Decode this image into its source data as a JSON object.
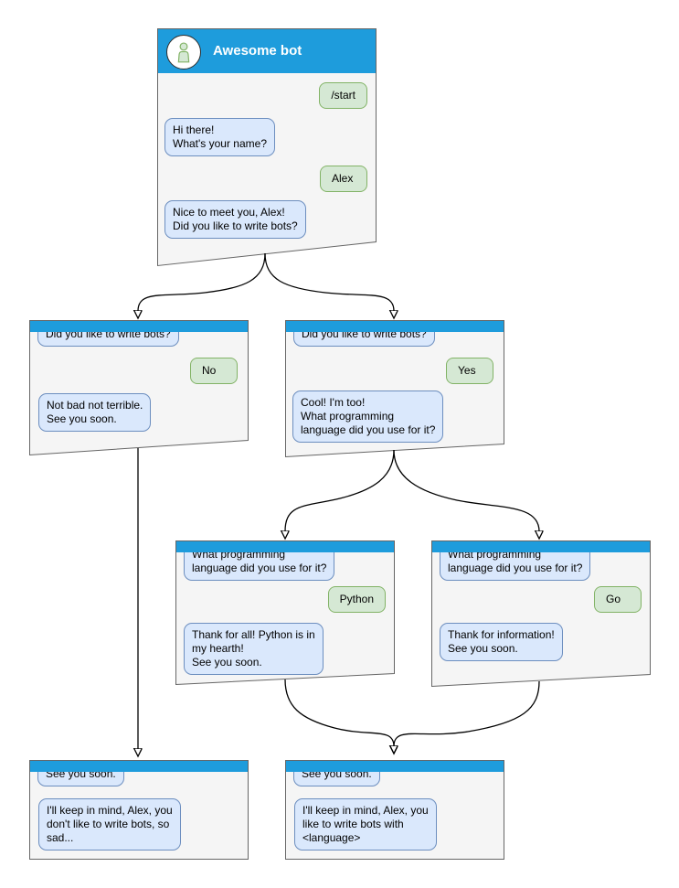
{
  "diagram": {
    "type": "chatbot-conversation-flowchart",
    "colors": {
      "header_blue": "#1e9cdc",
      "window_fill": "#f5f5f5",
      "window_border": "#666666",
      "bot_bubble_fill": "#dae8fc",
      "bot_bubble_stroke": "#6c8ebf",
      "user_bubble_fill": "#d5e8d4",
      "user_bubble_stroke": "#82b366",
      "title_text": "#ffffff",
      "arrow": "#000000"
    }
  },
  "windows": [
    {
      "name": "root-chat",
      "title": "Awesome bot",
      "messages": [
        {
          "type": "user",
          "text": "/start"
        },
        {
          "type": "bot",
          "text": "Hi there!\nWhat's your name?"
        },
        {
          "type": "user",
          "text": "Alex"
        },
        {
          "type": "bot",
          "text": "Nice to meet you, Alex!\nDid you like to write bots?"
        }
      ]
    },
    {
      "name": "branch-no",
      "messages": [
        {
          "type": "bot",
          "text": "Did you like to write bots?"
        },
        {
          "type": "user",
          "text": "No"
        },
        {
          "type": "bot",
          "text": "Not bad not terrible.\nSee you soon."
        }
      ]
    },
    {
      "name": "branch-yes",
      "messages": [
        {
          "type": "bot",
          "text": "Did you like to write bots?"
        },
        {
          "type": "user",
          "text": "Yes"
        },
        {
          "type": "bot",
          "text": "Cool! I'm too!\nWhat programming\nlanguage did you use for it?"
        }
      ]
    },
    {
      "name": "branch-python",
      "messages": [
        {
          "type": "bot",
          "text": "What programming\nlanguage did you use for it?"
        },
        {
          "type": "user",
          "text": "Python"
        },
        {
          "type": "bot",
          "text": "Thank for all! Python is in\nmy hearth!\nSee you soon."
        }
      ]
    },
    {
      "name": "branch-go",
      "messages": [
        {
          "type": "bot",
          "text": "What programming\nlanguage did you use for it?"
        },
        {
          "type": "user",
          "text": "Go"
        },
        {
          "type": "bot",
          "text": "Thank for information!\nSee you soon."
        }
      ]
    },
    {
      "name": "end-no",
      "messages": [
        {
          "type": "bot",
          "text": "See you soon."
        },
        {
          "type": "bot",
          "text": "I'll keep in mind, Alex, you\ndon't like to write bots, so\nsad..."
        }
      ]
    },
    {
      "name": "end-yes",
      "messages": [
        {
          "type": "bot",
          "text": "See you soon."
        },
        {
          "type": "bot",
          "text": "I'll keep in mind, Alex, you\nlike to write bots with\n<language>"
        }
      ]
    }
  ]
}
